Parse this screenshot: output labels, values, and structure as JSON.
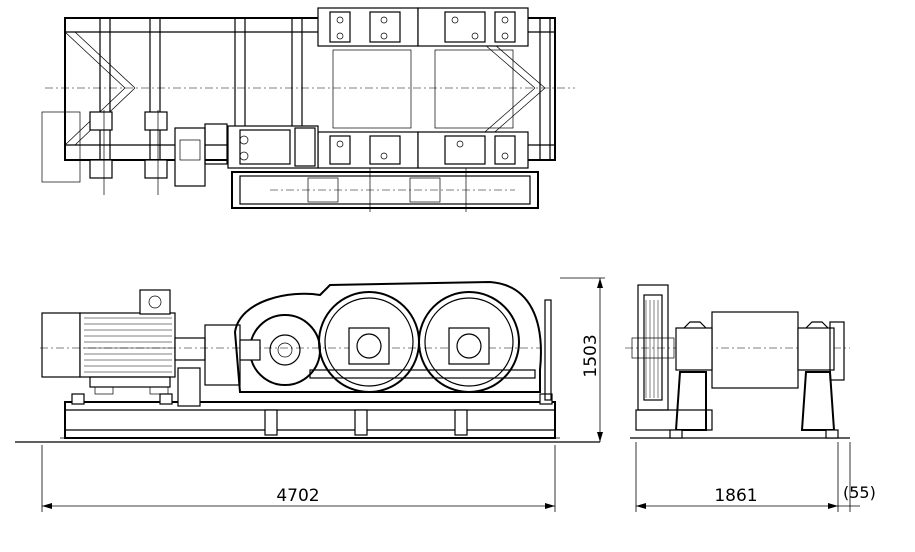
{
  "drawing": {
    "dimensions": {
      "overall_length": "4702",
      "overall_height": "1503",
      "side_width": "1861",
      "side_offset": "(55)"
    }
  }
}
